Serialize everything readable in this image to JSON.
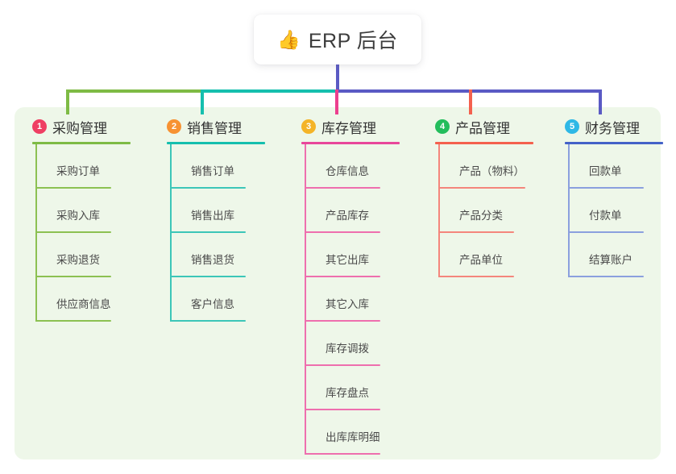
{
  "root": {
    "icon": "thumbs-up-icon",
    "emoji": "👍",
    "title": "ERP 后台"
  },
  "palette": {
    "panel_bg": "#eef7e9",
    "page_bg": "#ffffff",
    "stem": "#5a5ac4",
    "bus_left": "#7ebb45",
    "bus_mid": "#15bfae",
    "bus_right": "#5a5ac4"
  },
  "columns": [
    {
      "index": "1",
      "title": "采购管理",
      "badge_color": "#ef3f63",
      "rule_color": "#7ebb45",
      "line_color": "#8cc152",
      "stem_color": "#7ebb45",
      "items": [
        {
          "label": "采购订单"
        },
        {
          "label": "采购入库"
        },
        {
          "label": "采购退货"
        },
        {
          "label": "供应商信息"
        }
      ]
    },
    {
      "index": "2",
      "title": "销售管理",
      "badge_color": "#f79232",
      "rule_color": "#15bfae",
      "line_color": "#3cc6b8",
      "stem_color": "#15bfae",
      "items": [
        {
          "label": "销售订单"
        },
        {
          "label": "销售出库"
        },
        {
          "label": "销售退货"
        },
        {
          "label": "客户信息"
        }
      ]
    },
    {
      "index": "3",
      "title": "库存管理",
      "badge_color": "#f4b428",
      "rule_color": "#e8479b",
      "line_color": "#ee6fae",
      "stem_color": "#ec3f8e",
      "items": [
        {
          "label": "仓库信息"
        },
        {
          "label": "产品库存"
        },
        {
          "label": "其它出库"
        },
        {
          "label": "其它入库"
        },
        {
          "label": "库存调拨"
        },
        {
          "label": "库存盘点"
        },
        {
          "label": "出库库明细"
        }
      ]
    },
    {
      "index": "4",
      "title": "产品管理",
      "badge_color": "#23bd5c",
      "rule_color": "#f4614e",
      "line_color": "#f4867c",
      "stem_color": "#f4614e",
      "items": [
        {
          "label": "产品（物料）"
        },
        {
          "label": "产品分类"
        },
        {
          "label": "产品单位"
        }
      ]
    },
    {
      "index": "5",
      "title": "财务管理",
      "badge_color": "#2eb8e6",
      "rule_color": "#4462c8",
      "line_color": "#8ba0de",
      "stem_color": "#5a5ac4",
      "items": [
        {
          "label": "回款单"
        },
        {
          "label": "付款单"
        },
        {
          "label": "结算账户"
        }
      ]
    }
  ]
}
